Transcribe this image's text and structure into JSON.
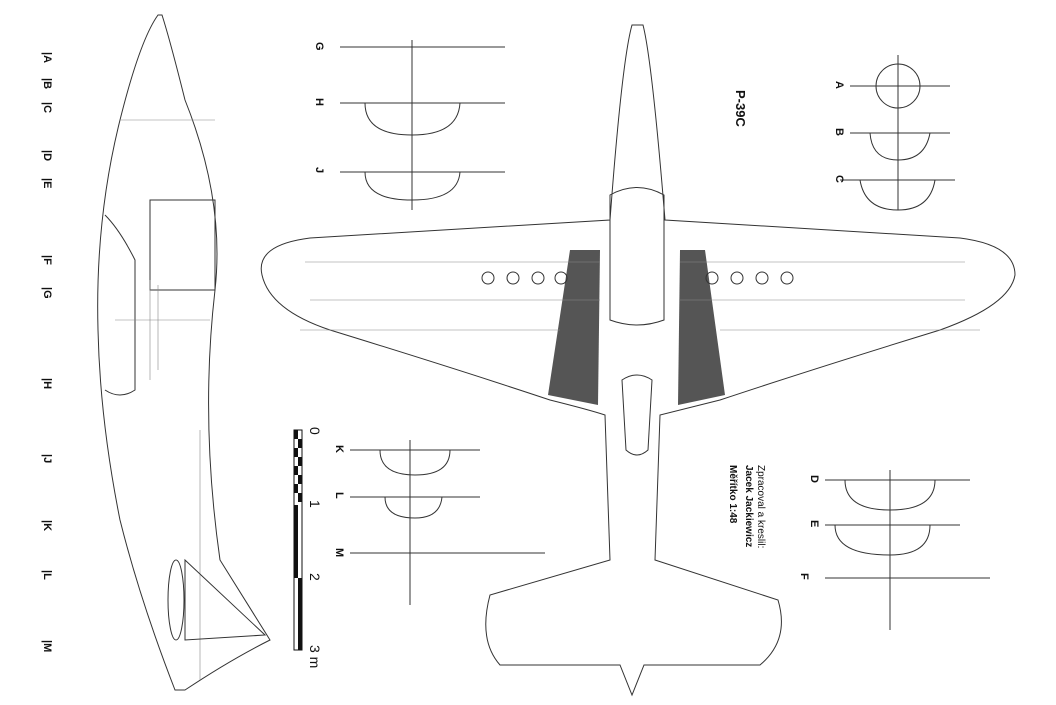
{
  "title": "P-39C",
  "credits": {
    "line1": "Zpracoval a kreslil:",
    "line2": "Jacek Jackiewicz",
    "scale": "Měřítko 1:48"
  },
  "side_stations": [
    "|A",
    "|B",
    "|C",
    "|D",
    "|E",
    "|F",
    "|G",
    "|H",
    "|J",
    "|K",
    "|L",
    "|M"
  ],
  "sections_ghj": [
    "G",
    "H",
    "J"
  ],
  "sections_abc": [
    "A",
    "B",
    "C"
  ],
  "sections_def": [
    "D",
    "E",
    "F"
  ],
  "sections_klm": [
    "K",
    "L",
    "M"
  ],
  "scale_bar": {
    "ticks": [
      "0",
      "1",
      "2",
      "3 m"
    ]
  }
}
